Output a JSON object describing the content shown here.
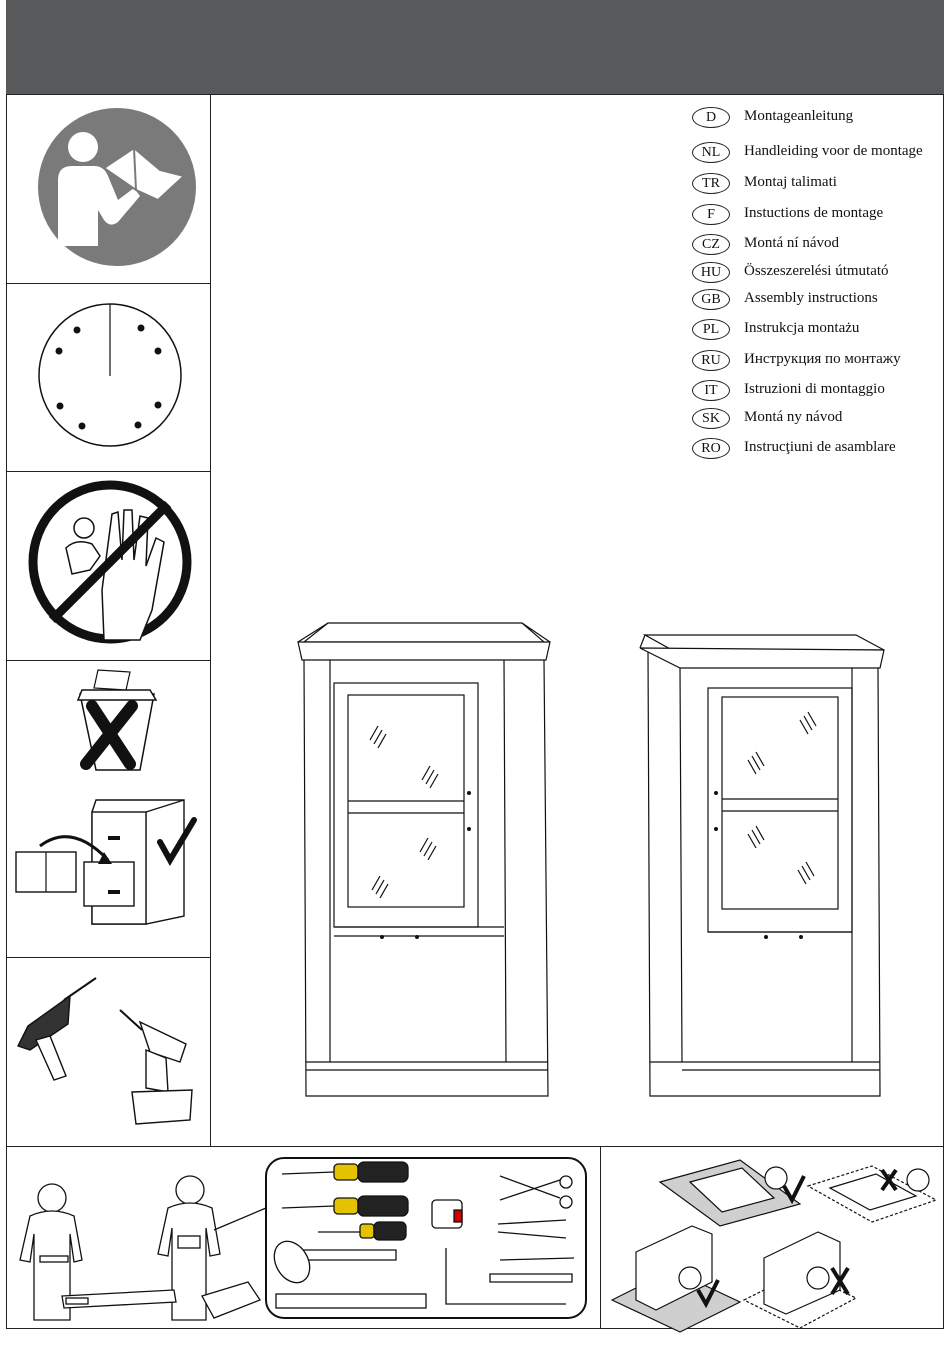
{
  "languages": [
    {
      "code": "D",
      "label": "Montageanleitung"
    },
    {
      "code": "NL",
      "label": "Handleiding voor de montage"
    },
    {
      "code": "TR",
      "label": "Montaj  talimati"
    },
    {
      "code": "F",
      "label": "Instuctions de montage"
    },
    {
      "code": "CZ",
      "label": "Montá  ní návod"
    },
    {
      "code": "HU",
      "label": "Összeszerelési útmutató"
    },
    {
      "code": "GB",
      "label": "Assembly instructions"
    },
    {
      "code": "PL",
      "label": "Instrukcja montażu"
    },
    {
      "code": "RU",
      "label": "Инструкция по монтажу"
    },
    {
      "code": "IT",
      "label": "Istruzioni di montaggio"
    },
    {
      "code": "SK",
      "label": "Montá  ny návod"
    },
    {
      "code": "RO",
      "label": "Instrucţiuni de asamblare"
    }
  ],
  "icons": {
    "read_manual": "read-manual-icon",
    "clock": "clock-icon",
    "keep_from_children": "no-children-icon",
    "do_not_discard": "do-not-discard-icon",
    "keep_in_file": "file-cabinet-icon",
    "drill": "drill-icon",
    "two_persons": "two-persons-icon",
    "tools": "tools-icon",
    "assemble_on_soft_surface": "soft-surface-icon"
  },
  "colors": {
    "header": "#58595b",
    "pictogram_grey": "#7a7a7a",
    "line": "#222222"
  }
}
